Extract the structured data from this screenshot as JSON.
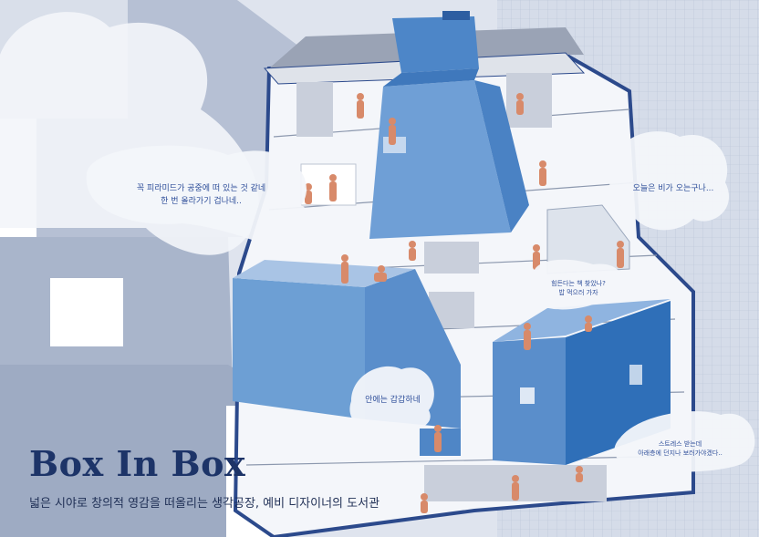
{
  "poster": {
    "title": "Box In Box",
    "subtitle": "넓은 시야로 창의적 영감을 떠올리는 생각공장, 예비 디자이너의 도서관"
  },
  "bubbles": [
    {
      "id": "pyramid",
      "text": "꼭 피라미드가 공중에 떠 있는 것 같네\n한 번 올라가기 겁나네.."
    },
    {
      "id": "rain",
      "text": "오늘은 비가 오는구나..."
    },
    {
      "id": "book",
      "text": "힘든다는 책 찾았나?\n밥 먹으러 가자"
    },
    {
      "id": "stuffy",
      "text": "안에는 갑갑하네"
    },
    {
      "id": "stress",
      "text": "스트레스 받는데\n아래층에 던지나 보러가야겠다.."
    }
  ],
  "colors": {
    "title": "#1d3468",
    "bubble_text": "#2f4f9a",
    "box_blue": "#4f86c6",
    "box_dark": "#2f6fb8",
    "outline": "#2c4a8c",
    "figure": "#d88a6a"
  }
}
